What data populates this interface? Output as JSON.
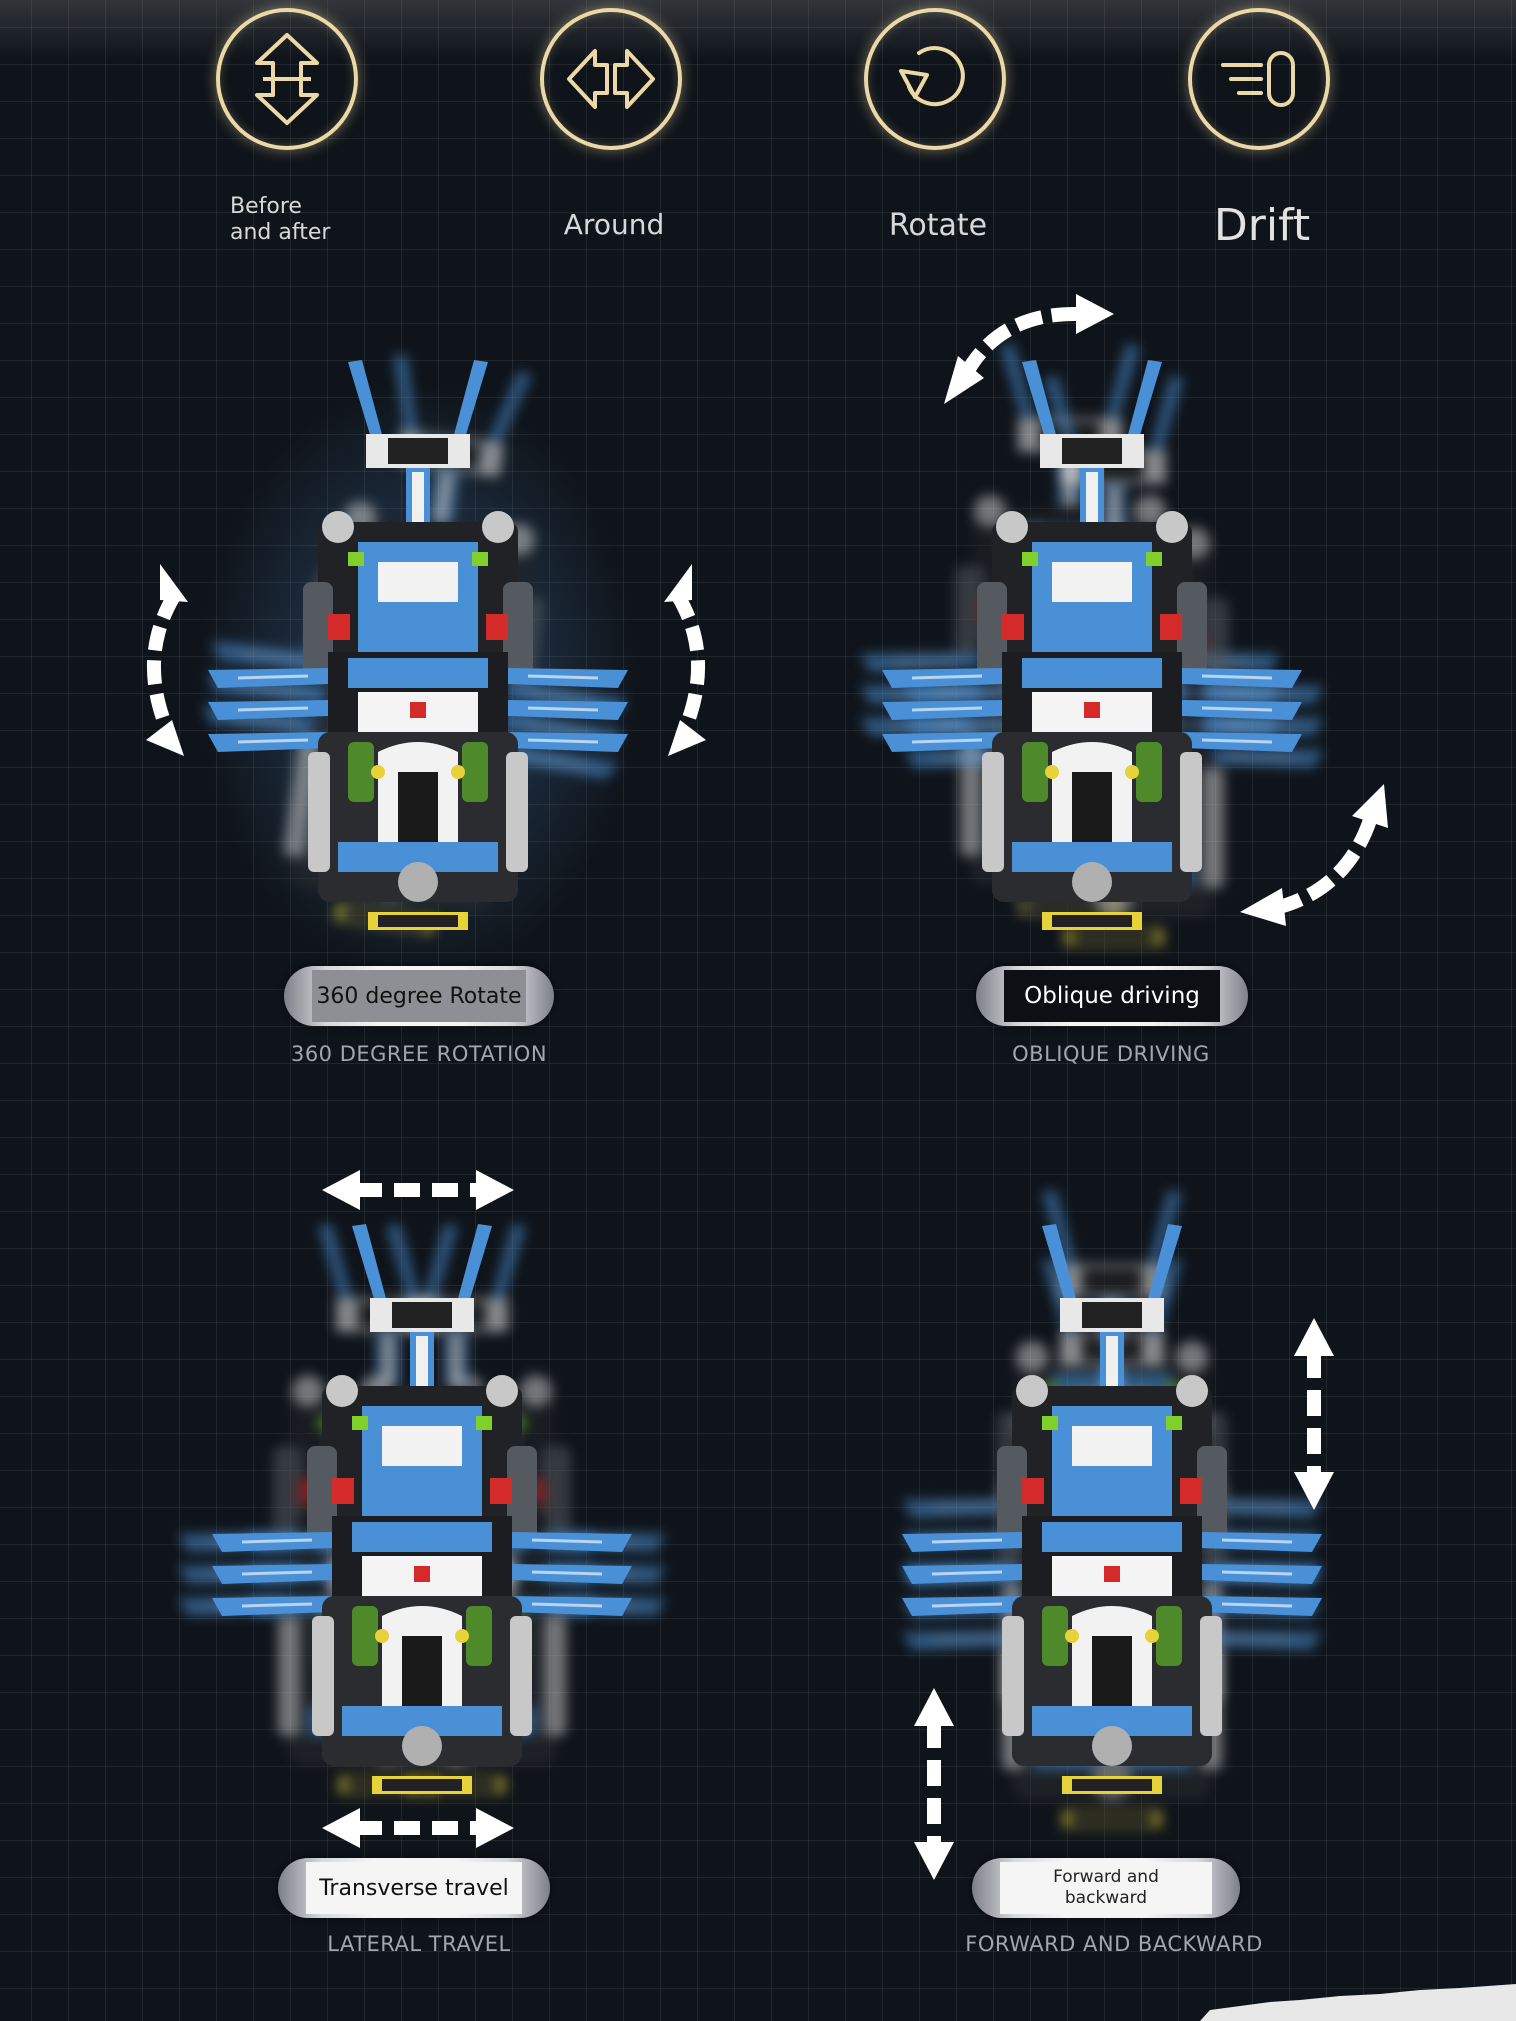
{
  "features": [
    {
      "icon": "up-down-arrow-icon",
      "label_lines": [
        "Before",
        "and after"
      ]
    },
    {
      "icon": "left-right-arrow-icon",
      "label": "Around"
    },
    {
      "icon": "rotate-arrow-icon",
      "label": "Rotate"
    },
    {
      "icon": "drift-icon",
      "label": "Drift"
    }
  ],
  "modes": [
    {
      "pill": "360 degree Rotate",
      "caption": "360 DEGREE ROTATION"
    },
    {
      "pill": "Oblique driving",
      "caption": "OBLIQUE DRIVING"
    },
    {
      "pill": "Transverse travel",
      "caption": "LATERAL TRAVEL"
    },
    {
      "pill_lines": [
        "Forward and",
        "backward"
      ],
      "caption": "FORWARD AND BACKWARD"
    }
  ],
  "colors": {
    "background": "#0f141a",
    "icon_ring": "#ecd8a6",
    "robot_blue": "#4a90d6",
    "robot_white": "#f2f2f2",
    "robot_black": "#1a1a1a",
    "robot_red": "#d42a2a",
    "robot_green": "#7fd02a",
    "robot_yellow": "#e8d23a"
  }
}
